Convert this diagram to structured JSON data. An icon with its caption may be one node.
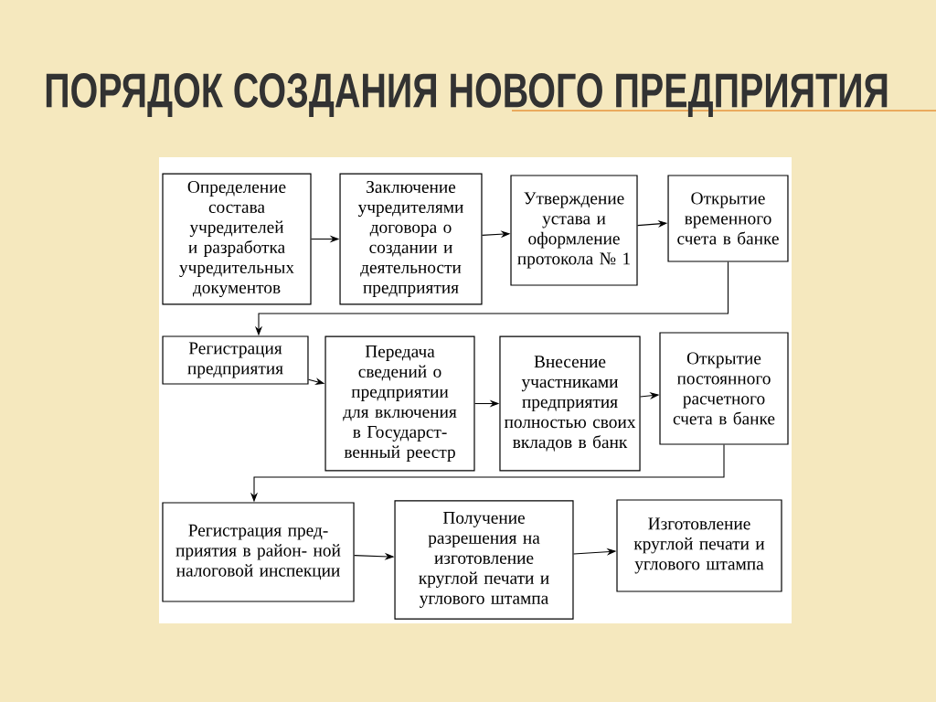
{
  "diagram": {
    "title": "ПОРЯДОК СОЗДАНИЯ НОВОГО ПРЕДПРИЯТИЯ",
    "nodes": [
      {
        "text": [
          "Определение состава учредителей и разработка учредительных документов"
        ]
      },
      {
        "text": [
          "Заключение учредителями договора о создании и деятельности предприятия"
        ]
      },
      {
        "text": [
          "Утверждение устава и оформление протокола № 1"
        ]
      },
      {
        "text": [
          "Открытие временного счета в банке"
        ]
      },
      {
        "text": [
          "Регистрация предприятия"
        ]
      },
      {
        "text": [
          "Передача сведений о предприятии для включения в Государст- венный реестр"
        ]
      },
      {
        "text": [
          "Внесение участниками предприятия полностью своих вкладов в банк"
        ]
      },
      {
        "text": [
          "Открытие постоянного расчетного счета в банке"
        ]
      },
      {
        "text": [
          "Регистрация пред- приятия в район- ной налоговой инспекции"
        ]
      },
      {
        "text": [
          "Получение разрешения на изготовление круглой печати и углового штампа"
        ]
      },
      {
        "text": [
          "Изготовление круглой печати и углового штампа"
        ]
      }
    ],
    "edges": [
      {
        "from": 0,
        "to": 1,
        "arrow": "to"
      },
      {
        "from": 1,
        "to": 2,
        "arrow": "to"
      },
      {
        "from": 2,
        "to": 3,
        "arrow": "to"
      },
      {
        "from": 3,
        "to": 4,
        "arrow": "to"
      },
      {
        "from": 4,
        "to": 5,
        "arrow": "to"
      },
      {
        "from": 5,
        "to": 6,
        "arrow": "to"
      },
      {
        "from": 6,
        "to": 7,
        "arrow": "to"
      },
      {
        "from": 7,
        "to": 8,
        "arrow": "to"
      },
      {
        "from": 8,
        "to": 9,
        "arrow": "to"
      },
      {
        "from": 9,
        "to": 10,
        "arrow": "to"
      }
    ]
  }
}
